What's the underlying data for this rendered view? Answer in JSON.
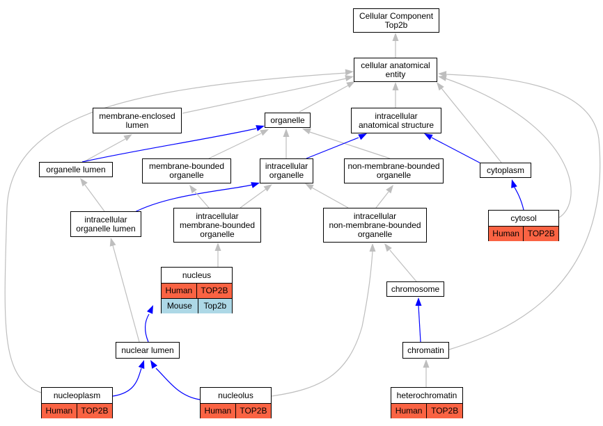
{
  "colors": {
    "human": "#fa6343",
    "mouse": "#add8e6",
    "is_a_edge": "#bebebe",
    "part_of_edge": "#0000ff"
  },
  "nodes": {
    "root": "Cellular Component\nTop2b",
    "cae": "cellular anatomical\nentity",
    "mel": "membrane-enclosed\nlumen",
    "organelle": "organelle",
    "ias": "intracellular\nanatomical structure",
    "olumen": "organelle lumen",
    "mbo": "membrane-bounded\norganelle",
    "io": "intracellular\norganelle",
    "nmbo": "non-membrane-bounded\norganelle",
    "cytoplasm": "cytoplasm",
    "iol": "intracellular\norganelle lumen",
    "imbo": "intracellular\nmembrane-bounded\norganelle",
    "inmbo": "intracellular\nnon-membrane-bounded\norganelle",
    "chromosome": "chromosome",
    "nuclear_lumen": "nuclear lumen",
    "chromatin": "chromatin"
  },
  "annotated": {
    "cytosol": {
      "label": "cytosol",
      "rows": [
        {
          "species": "Human",
          "gene": "TOP2B",
          "color": "#fa6343"
        }
      ]
    },
    "nucleus": {
      "label": "nucleus",
      "rows": [
        {
          "species": "Human",
          "gene": "TOP2B",
          "color": "#fa6343"
        },
        {
          "species": "Mouse",
          "gene": "Top2b",
          "color": "#add8e6"
        }
      ]
    },
    "nucleoplasm": {
      "label": "nucleoplasm",
      "rows": [
        {
          "species": "Human",
          "gene": "TOP2B",
          "color": "#fa6343"
        }
      ]
    },
    "nucleolus": {
      "label": "nucleolus",
      "rows": [
        {
          "species": "Human",
          "gene": "TOP2B",
          "color": "#fa6343"
        }
      ]
    },
    "heterochromatin": {
      "label": "heterochromatin",
      "rows": [
        {
          "species": "Human",
          "gene": "TOP2B",
          "color": "#fa6343"
        }
      ]
    }
  }
}
